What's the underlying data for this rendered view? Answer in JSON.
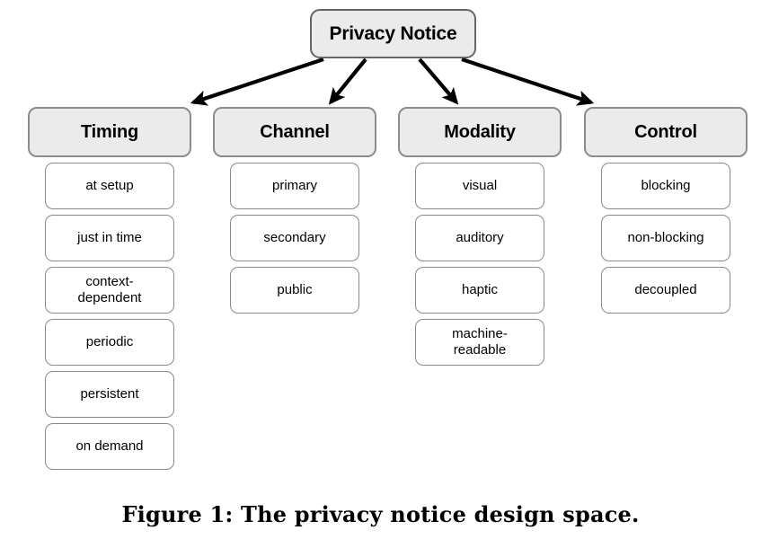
{
  "figure": {
    "root": {
      "label": "Privacy Notice"
    },
    "columns": [
      {
        "header": "Timing",
        "items": [
          "at setup",
          "just in time",
          "context-\ndependent",
          "periodic",
          "persistent",
          "on demand"
        ]
      },
      {
        "header": "Channel",
        "items": [
          "primary",
          "secondary",
          "public"
        ]
      },
      {
        "header": "Modality",
        "items": [
          "visual",
          "auditory",
          "haptic",
          "machine-\nreadable"
        ]
      },
      {
        "header": "Control",
        "items": [
          "blocking",
          "non-blocking",
          "decoupled"
        ]
      }
    ],
    "caption": "Figure 1: The privacy notice design space.",
    "colors": {
      "node_fill": "#ebebeb",
      "node_border": "#8c8c8c",
      "root_border": "#666666",
      "leaf_fill": "#ffffff",
      "leaf_border": "#8a8a8a",
      "arrow": "#000000",
      "text": "#000000",
      "background": "#ffffff"
    }
  }
}
